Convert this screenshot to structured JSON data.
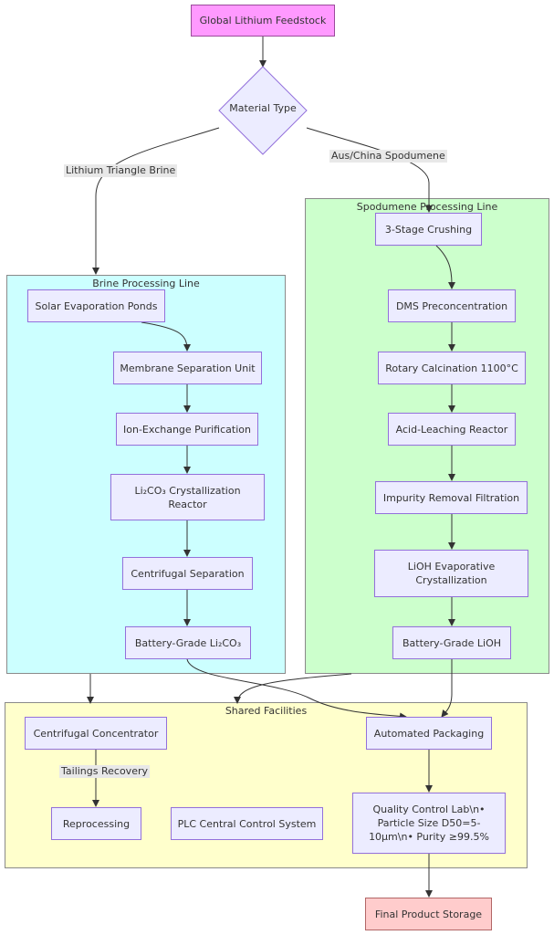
{
  "nodes": {
    "feedstock": "Global Lithium Feedstock",
    "material_type": "Material Type",
    "solar_ponds": "Solar Evaporation Ponds",
    "membrane": "Membrane Separation Unit",
    "ion_exchange": "Ion-Exchange Purification",
    "li2co3_cryst_line1": "Li₂CO₃ Crystallization",
    "li2co3_cryst_line2": "Reactor",
    "centrifugal_sep": "Centrifugal Separation",
    "battery_li2co3": "Battery-Grade Li₂CO₃",
    "crushing": "3-Stage Crushing",
    "dms": "DMS Preconcentration",
    "calcination": "Rotary Calcination 1100°C",
    "acid_leach": "Acid-Leaching Reactor",
    "impurity": "Impurity Removal Filtration",
    "lioh_cryst_line1": "LiOH Evaporative",
    "lioh_cryst_line2": "Crystallization",
    "battery_lioh": "Battery-Grade LiOH",
    "centrifugal_conc": "Centrifugal Concentrator",
    "packaging": "Automated Packaging",
    "reprocessing": "Reprocessing",
    "plc": "PLC Central Control System",
    "qc_line1": "Quality Control Lab\\n•",
    "qc_line2": "Particle Size D50=5-",
    "qc_line3": "10μm\\n• Purity ≥99.5%",
    "final_storage": "Final Product Storage"
  },
  "clusters": {
    "brine": "Brine Processing Line",
    "spodumene": "Spodumene Processing Line",
    "shared": "Shared Facilities"
  },
  "edge_labels": {
    "brine": "Lithium Triangle Brine",
    "spodumene": "Aus/China Spodumene",
    "tailings": "Tailings Recovery"
  },
  "colors": {
    "node_fill": "#ececff",
    "node_border": "#9370db",
    "feedstock_fill": "#ff99ff",
    "final_fill": "#ffcccc",
    "brine_cluster": "#ccffff",
    "spodumene_cluster": "#ccffcc",
    "shared_cluster": "#ffffcc",
    "edge": "#333333"
  }
}
